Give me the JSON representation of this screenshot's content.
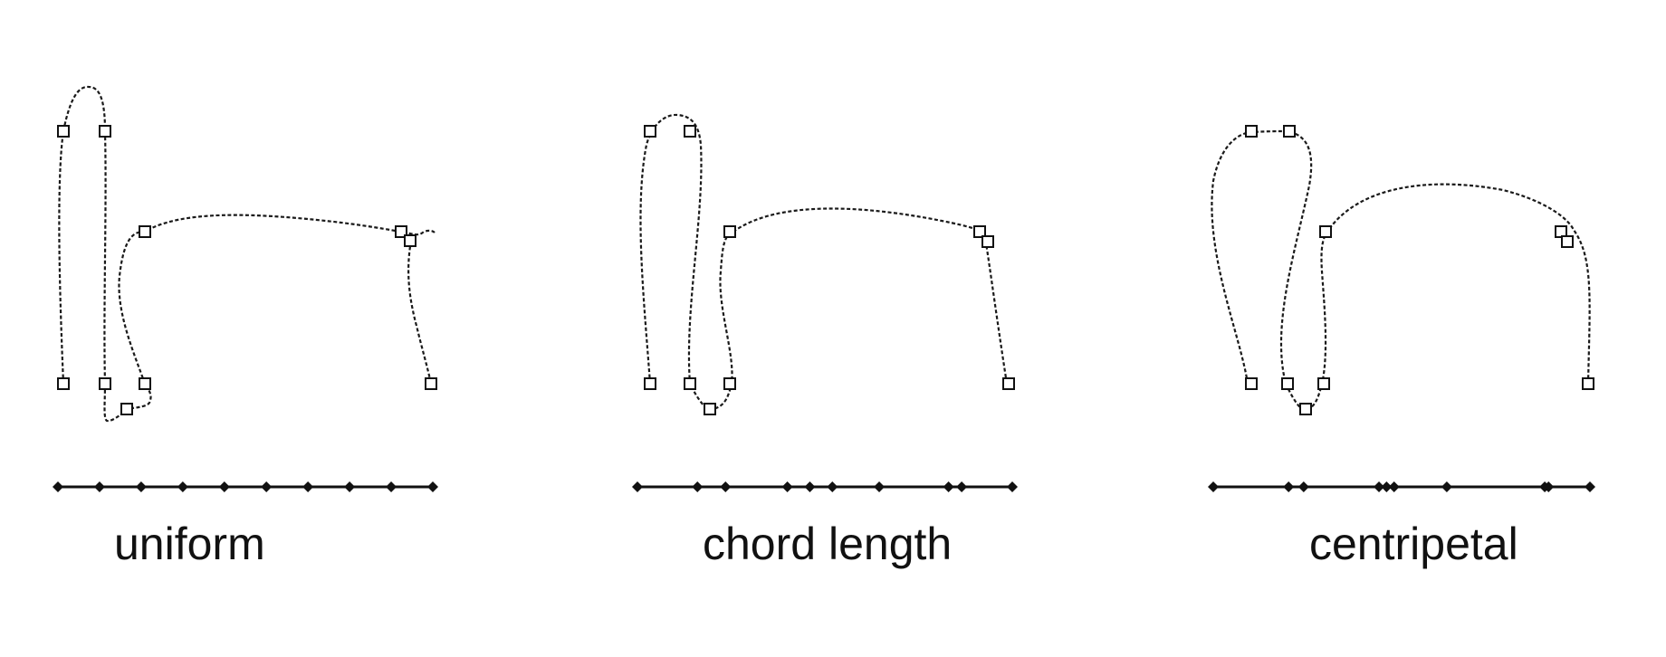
{
  "panels": [
    {
      "id": "uniform",
      "label": "uniform",
      "knot_params": [
        0,
        0.111,
        0.222,
        0.333,
        0.444,
        0.556,
        0.667,
        0.778,
        0.889,
        1.0
      ]
    },
    {
      "id": "chord-length",
      "label": "chord length",
      "knot_params": [
        0,
        0.16,
        0.235,
        0.4,
        0.46,
        0.52,
        0.645,
        0.83,
        0.865,
        1.0
      ]
    },
    {
      "id": "centripetal",
      "label": "centripetal",
      "knot_params": [
        0,
        0.2,
        0.24,
        0.44,
        0.46,
        0.48,
        0.62,
        0.88,
        0.89,
        1.0
      ]
    }
  ]
}
